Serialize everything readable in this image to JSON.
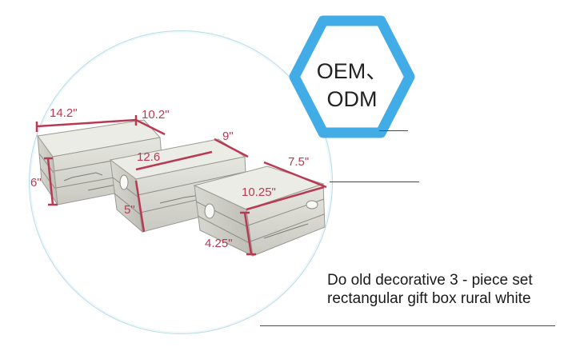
{
  "badge": {
    "line1": "OEM、",
    "line2": "ODM",
    "border_color": "#42ace6"
  },
  "caption": {
    "line1": "Do old decorative 3 - piece set",
    "line2": "rectangular gift box rural white"
  },
  "dimensions": {
    "large_length": "14.2\"",
    "large_width": "10.2\"",
    "large_height": "6\"",
    "medium_length": "12.6",
    "medium_width": "9\"",
    "medium_height": "5\"",
    "small_length": "10.25\"",
    "small_width": "7.5\"",
    "small_height": "4.25\""
  },
  "colors": {
    "dimension_lines": "#b83a52",
    "crate_wood": "#dcdcd6",
    "circle_border": "#b7dce6"
  }
}
